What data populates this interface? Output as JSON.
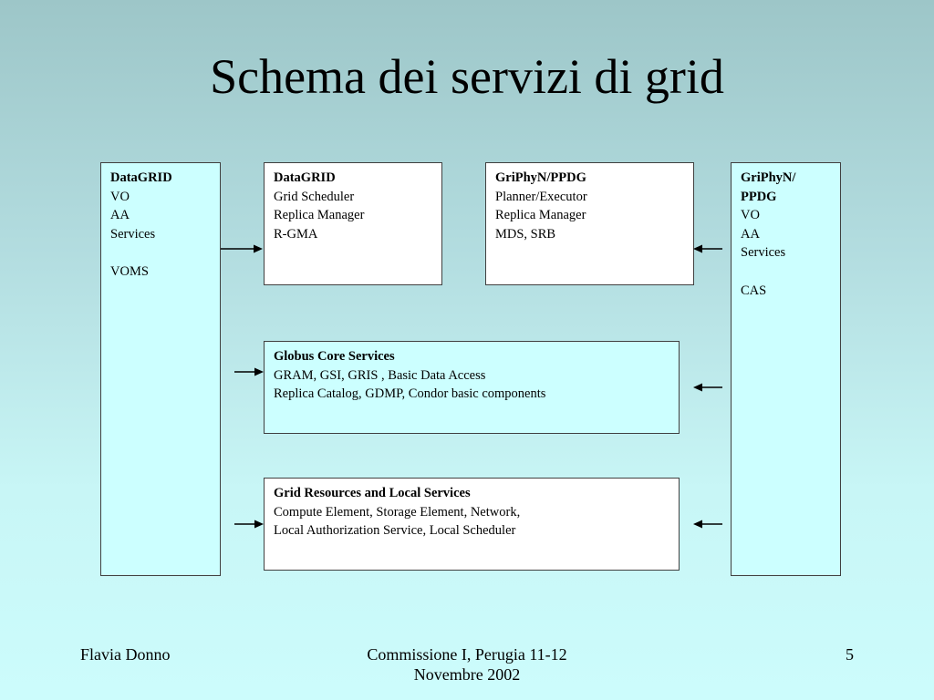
{
  "slide": {
    "title": "Schema dei servizi di grid",
    "page_number": "5"
  },
  "boxes": {
    "left_vo": {
      "heading": "DataGRID",
      "lines": [
        "VO",
        "AA",
        "Services"
      ],
      "extra": "VOMS"
    },
    "datagrid_services": {
      "heading": "DataGRID",
      "lines": [
        "Grid Scheduler",
        "Replica Manager",
        "R-GMA"
      ]
    },
    "griphyn_services": {
      "heading": "GriPhyN/PPDG",
      "lines": [
        "Planner/Executor",
        "Replica Manager",
        "MDS, SRB"
      ]
    },
    "right_vo": {
      "heading_lines": [
        "GriPhyN/",
        "PPDG"
      ],
      "lines": [
        "VO",
        "AA",
        "Services"
      ],
      "extra": "CAS"
    },
    "globus": {
      "heading": "Globus Core Services",
      "lines": [
        "GRAM, GSI, GRIS , Basic Data Access",
        "Replica Catalog, GDMP, Condor basic components"
      ]
    },
    "grid_resources": {
      "heading": "Grid Resources and Local Services",
      "lines": [
        "Compute Element, Storage Element, Network,",
        "Local Authorization Service, Local Scheduler"
      ]
    }
  },
  "footer": {
    "author": "Flavia Donno",
    "event_line1": "Commissione I, Perugia 11-12",
    "event_line2": "Novembre 2002"
  },
  "colors": {
    "background_top": "#9dc6c8",
    "background_bottom": "#ccfcfc",
    "box_white": "#ffffff",
    "box_cyan": "#ccffff",
    "border": "#404040"
  }
}
